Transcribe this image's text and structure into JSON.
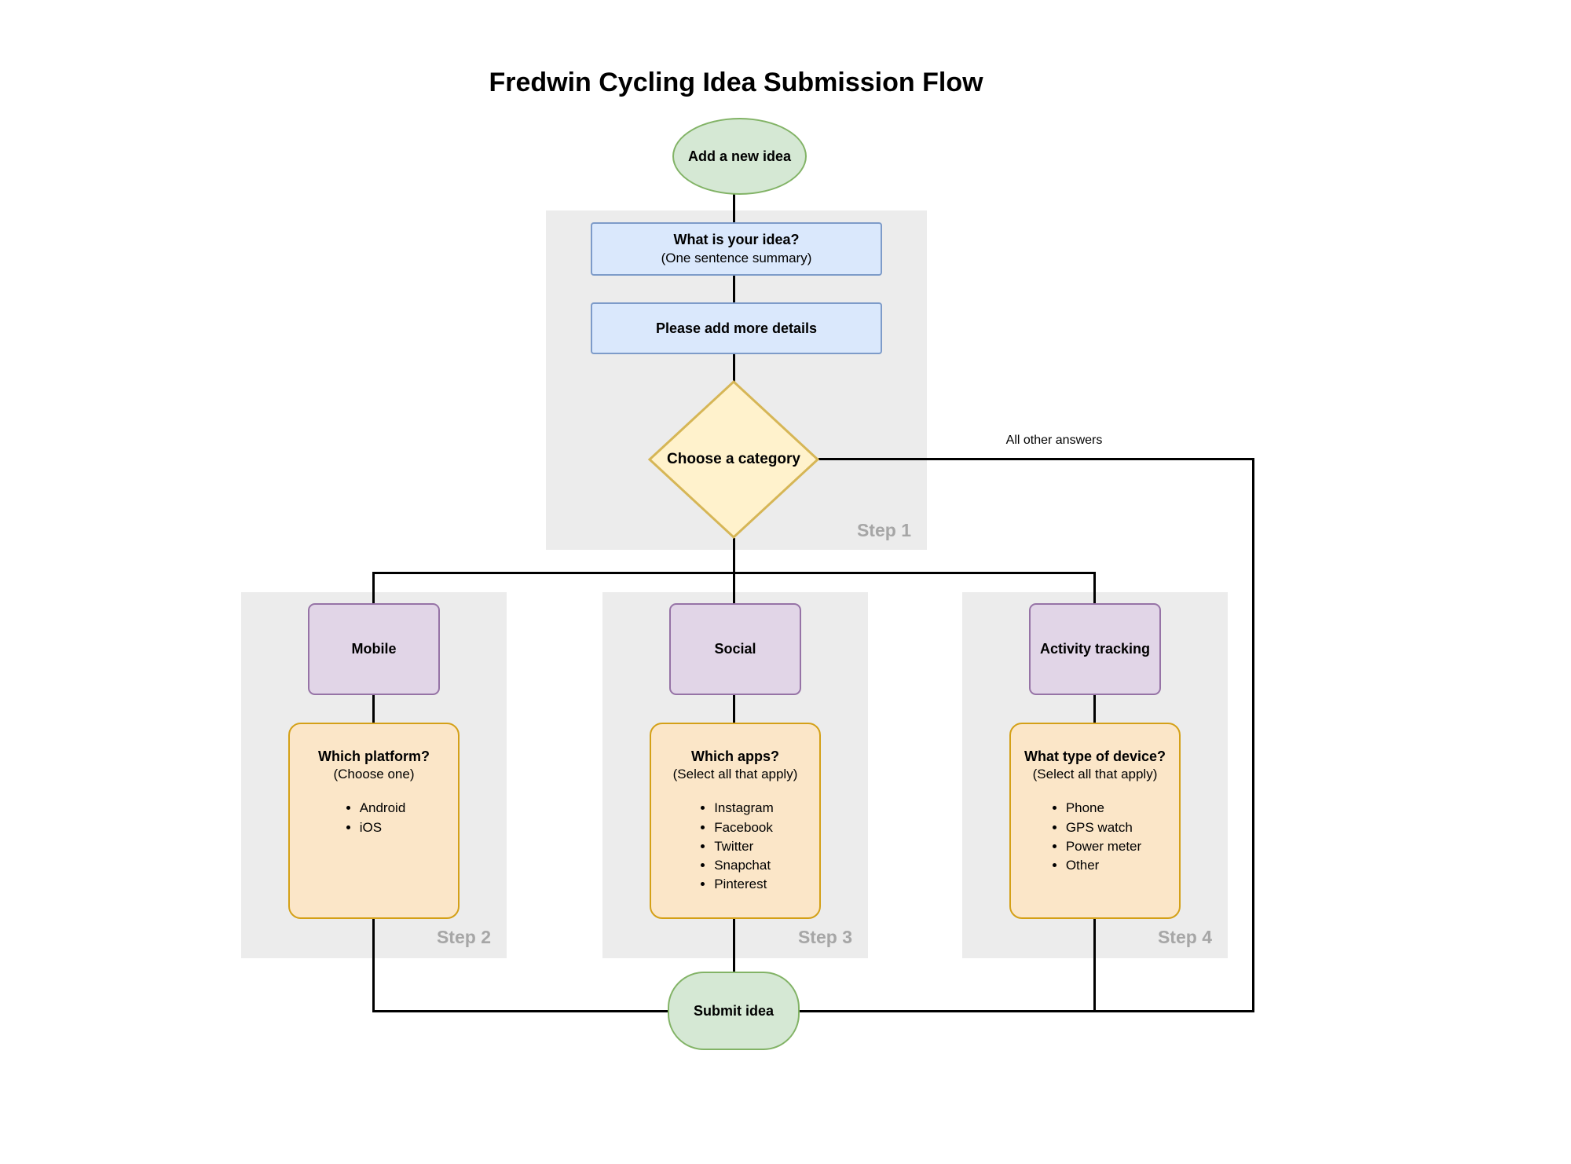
{
  "title": "Fredwin Cycling Idea Submission Flow",
  "palette": {
    "start_end_fill": "#d5e8d4",
    "start_end_border": "#82b366",
    "question_fill": "#dae8fc",
    "question_border": "#7d9bc9",
    "decision_fill": "#fff2cc",
    "decision_border": "#d6b656",
    "category_fill": "#e1d5e7",
    "category_border": "#9673a6",
    "detail_fill": "#fbe6c8",
    "detail_border": "#d4a017",
    "panel_bg": "#ececec",
    "step_label_color": "#a6a6a6",
    "line_color": "#000000"
  },
  "start": {
    "label": "Add a new idea"
  },
  "step1": {
    "label": "Step 1",
    "q1": {
      "title": "What is your idea?",
      "subtitle": "(One sentence summary)"
    },
    "q2": {
      "title": "Please add more details"
    },
    "decision": {
      "label": "Choose a category"
    }
  },
  "edges": {
    "all_other": "All other answers"
  },
  "branches": [
    {
      "step_label": "Step 2",
      "category": "Mobile",
      "question": "Which platform?",
      "instruction": "(Choose one)",
      "options": [
        "Android",
        "iOS"
      ]
    },
    {
      "step_label": "Step 3",
      "category": "Social",
      "question": "Which apps?",
      "instruction": "(Select all that apply)",
      "options": [
        "Instagram",
        "Facebook",
        "Twitter",
        "Snapchat",
        "Pinterest"
      ]
    },
    {
      "step_label": "Step 4",
      "category": "Activity tracking",
      "question": "What type of device?",
      "instruction": "(Select all that apply)",
      "options": [
        "Phone",
        "GPS watch",
        "Power meter",
        "Other"
      ]
    }
  ],
  "end": {
    "label": "Submit idea"
  }
}
